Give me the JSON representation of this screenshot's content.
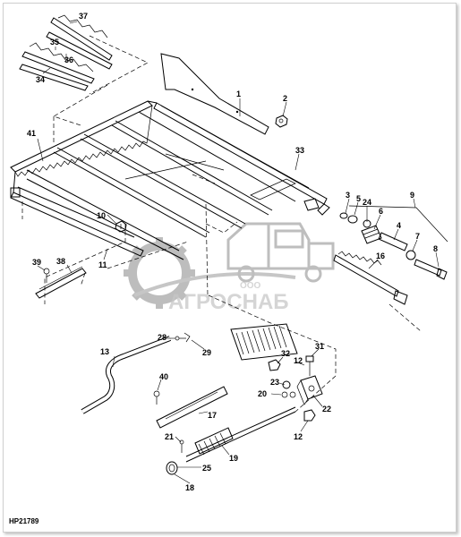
{
  "figure_id": "HP21789",
  "watermark": {
    "text": "АГРОСНАБ",
    "small": "ООО"
  },
  "callouts": [
    {
      "id": "37",
      "label": "37"
    },
    {
      "id": "35",
      "label": "35"
    },
    {
      "id": "36",
      "label": "36"
    },
    {
      "id": "34",
      "label": "34"
    },
    {
      "id": "1",
      "label": "1"
    },
    {
      "id": "2",
      "label": "2"
    },
    {
      "id": "41",
      "label": "41"
    },
    {
      "id": "33",
      "label": "33"
    },
    {
      "id": "3",
      "label": "3"
    },
    {
      "id": "5",
      "label": "5"
    },
    {
      "id": "24",
      "label": "24"
    },
    {
      "id": "9",
      "label": "9"
    },
    {
      "id": "6",
      "label": "6"
    },
    {
      "id": "4",
      "label": "4"
    },
    {
      "id": "7",
      "label": "7"
    },
    {
      "id": "8",
      "label": "8"
    },
    {
      "id": "10",
      "label": "10"
    },
    {
      "id": "16",
      "label": "16"
    },
    {
      "id": "39",
      "label": "39"
    },
    {
      "id": "38",
      "label": "38"
    },
    {
      "id": "11",
      "label": "11"
    },
    {
      "id": "28",
      "label": "28"
    },
    {
      "id": "29",
      "label": "29"
    },
    {
      "id": "13",
      "label": "13"
    },
    {
      "id": "31",
      "label": "31"
    },
    {
      "id": "32",
      "label": "32"
    },
    {
      "id": "12a",
      "label": "12"
    },
    {
      "id": "23",
      "label": "23"
    },
    {
      "id": "40",
      "label": "40"
    },
    {
      "id": "20",
      "label": "20"
    },
    {
      "id": "22",
      "label": "22"
    },
    {
      "id": "17",
      "label": "17"
    },
    {
      "id": "12b",
      "label": "12"
    },
    {
      "id": "21",
      "label": "21"
    },
    {
      "id": "19",
      "label": "19"
    },
    {
      "id": "25",
      "label": "25"
    },
    {
      "id": "18",
      "label": "18"
    }
  ]
}
